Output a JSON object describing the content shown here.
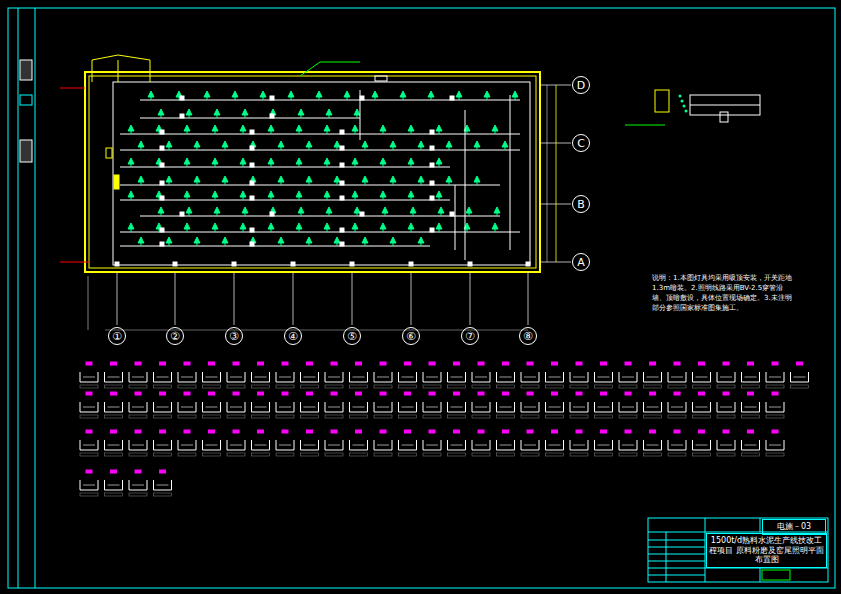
{
  "diagram": {
    "nodes": [
      {
        "text": [
          "①"
        ]
      },
      {
        "text": [
          "②"
        ]
      },
      {
        "text": [
          "③"
        ]
      },
      {
        "text": [
          "④"
        ]
      },
      {
        "text": [
          "⑤"
        ]
      },
      {
        "text": [
          "⑥"
        ]
      },
      {
        "text": [
          "⑦"
        ]
      },
      {
        "text": [
          "⑧"
        ]
      },
      {
        "text": [
          "D"
        ]
      },
      {
        "text": [
          "C"
        ]
      },
      {
        "text": [
          "B"
        ]
      },
      {
        "text": [
          "A"
        ]
      },
      {
        "text": [
          "电施－03"
        ]
      },
      {
        "text": [
          "1500t/d熟料水泥生产线技改工程项目 原料粉磨及窑尾照明平面布置图"
        ]
      }
    ],
    "labels": [
      "说明：1.本图灯具均采用吸顶安装，开关距地1.3m暗装。2.照明线路采用BV-2.5穿管沿墙、顶暗敷设，具体位置现场确定。3.未注明部分参照国家标准图集施工。"
    ]
  }
}
